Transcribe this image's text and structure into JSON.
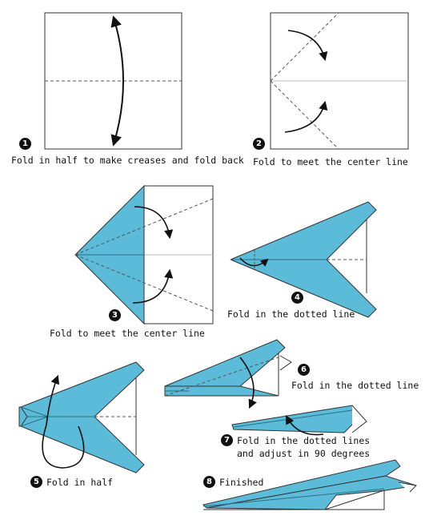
{
  "steps": [
    {
      "num": "1",
      "caption": "Fold in half to make creases and fold back"
    },
    {
      "num": "2",
      "caption": "Fold to meet the center line"
    },
    {
      "num": "3",
      "caption": "Fold to meet the center line"
    },
    {
      "num": "4",
      "caption": "Fold in the dotted line"
    },
    {
      "num": "5",
      "caption": "Fold in half"
    },
    {
      "num": "6",
      "caption": "Fold in the dotted line"
    },
    {
      "num": "7",
      "caption": "Fold in the dotted lines",
      "caption2": "and adjust in 90 degrees"
    },
    {
      "num": "8",
      "caption": "Finished"
    }
  ],
  "colors": {
    "paper_blue": "#5bbbd8",
    "outline": "#333333",
    "crease": "#555555"
  }
}
